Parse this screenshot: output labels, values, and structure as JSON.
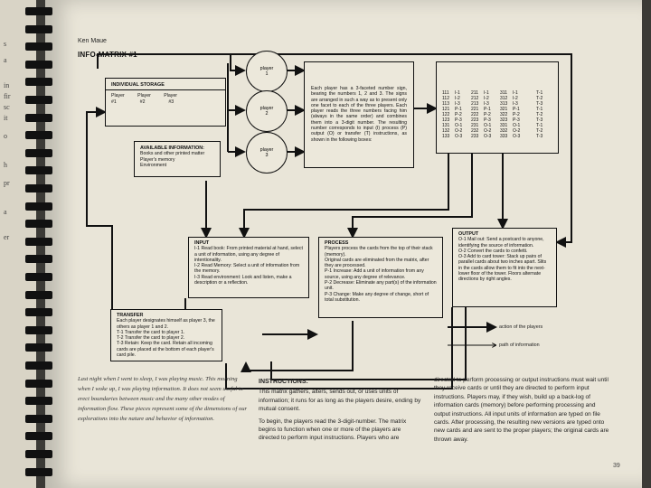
{
  "header": {
    "author": "Ken Maue",
    "title": "INFO-MATRIX #1"
  },
  "left_page_fragments": [
    "s",
    "a",
    "in",
    "fir",
    "sc",
    "it",
    "o",
    "h",
    "pr",
    "a",
    "er"
  ],
  "storage": {
    "title": "INDIVIDUAL STORAGE",
    "players_line": "Player          Player          Player",
    "numbers_line": "#1                  #2                  #3"
  },
  "available": {
    "title": "AVAILABLE INFORMATION:",
    "lines": [
      "Books and other printed matter",
      "Player's memory",
      "Environment"
    ]
  },
  "circles": [
    {
      "line1": "player",
      "line2": "1"
    },
    {
      "line1": "player",
      "line2": "2"
    },
    {
      "line1": "player",
      "line2": "3"
    }
  ],
  "center_text": "Each player has a 3-faceted number sign, bearing the numbers 1, 2 and 3. The signs are arranged in such a way as to present only one facet to each of the three players. Each player reads the three numbers facing him (always in the same order) and combines them into a 3-digit number. The resulting number corresponds to input (I) process (P) output (O) or transfer (T) instructions, as shown in the following boxes:",
  "number_table": [
    [
      "111",
      "I-1",
      "211",
      "I-1",
      "311",
      "I-1"
    ],
    [
      "112",
      "I-2",
      "212",
      "I-2",
      "312",
      "I-2"
    ],
    [
      "113",
      "I-3",
      "213",
      "I-3",
      "313",
      "I-3"
    ],
    [
      "121",
      "P-1",
      "221",
      "P-1",
      "321",
      "P-1"
    ],
    [
      "122",
      "P-2",
      "222",
      "P-2",
      "322",
      "P-2"
    ],
    [
      "123",
      "P-3",
      "223",
      "P-3",
      "323",
      "P-3"
    ],
    [
      "131",
      "O-1",
      "231",
      "O-1",
      "331",
      "O-1"
    ],
    [
      "132",
      "O-2",
      "232",
      "O-2",
      "332",
      "O-2"
    ],
    [
      "133",
      "O-3",
      "233",
      "O-3",
      "333",
      "O-3"
    ]
  ],
  "t_column": [
    "T-1",
    "T-2",
    "T-3",
    "T-1",
    "T-2",
    "T-3",
    "T-1",
    "T-2",
    "T-3"
  ],
  "input": {
    "title": "INPUT",
    "lines": [
      "I-1 Read book: From printed material at hand, select a unit of information, using any degree of intentionality.",
      "I-2 Read Memory: Select a unit of information from the memory.",
      "I-3 Read environment: Look and listen, make a description or a reflection."
    ]
  },
  "process": {
    "title": "PROCESS",
    "lines": [
      "Players process the cards from the top of their stack (memory).",
      "Original cards are eliminated from the matrix, after they are processed.",
      "P-1 Increase: Add a unit of information from any source, using any degree of relevance.",
      "P-2 Decrease: Eliminate any part(s) of the information unit.",
      "P-3 Change: Make any degree of change, short of total substitution."
    ]
  },
  "output": {
    "title": "OUTPUT",
    "lines": [
      "O-1 Mail out: Send a postcard to anyone, identifying the source of information.",
      "O-2 Convert the cards to confetti.",
      "O-3 Add to card tower: Stack up pairs of parallel cards about two inches apart. Slits in the cards allow them to fit into the next-lower floor of the tower. Floors alternate directions by right angles."
    ]
  },
  "transfer": {
    "title": "TRANSFER",
    "lines": [
      "Each player designates himself as player 3, the others as player 1 and 2.",
      "T-1 Transfer the card to player 1.",
      "T-2 Transfer the card to player 2.",
      "T-3 Retain: Keep the card. Retain all incoming cards are placed at the bottom of each player's card pile."
    ]
  },
  "legend": {
    "action": "action of the players",
    "path": "path of information"
  },
  "caption": "Last night when I went to sleep, I was playing music. This morning when I woke up, I was playing information. It does not seem useful to erect boundaries between music and the many other modes of information flow. These pieces represent some of the dimensions of our explorations into the nature and behavior of information.",
  "instructions": {
    "title": "INSTRUCTIONS:",
    "para1": "This matrix gathers, alters, sends out, or uses units of information; it runs for as long as the players desire, ending by mutual consent.",
    "para2": "To begin, the players read the 3-digit-number. The matrix begins to function when one or more of the players are directed to perform input instructions. Players who are",
    "col2": "directed to perform processing or output instructions must wait until they receive cards or until they are directed to perform input instructions. Players may, if they wish, build up a back-log of information cards (memory) before performing processing and output instructions. All input units of information are typed on file cards. After processing, the resulting new versions are typed onto new cards and are sent to the proper players; the original cards are thrown away."
  },
  "page_number": "39"
}
